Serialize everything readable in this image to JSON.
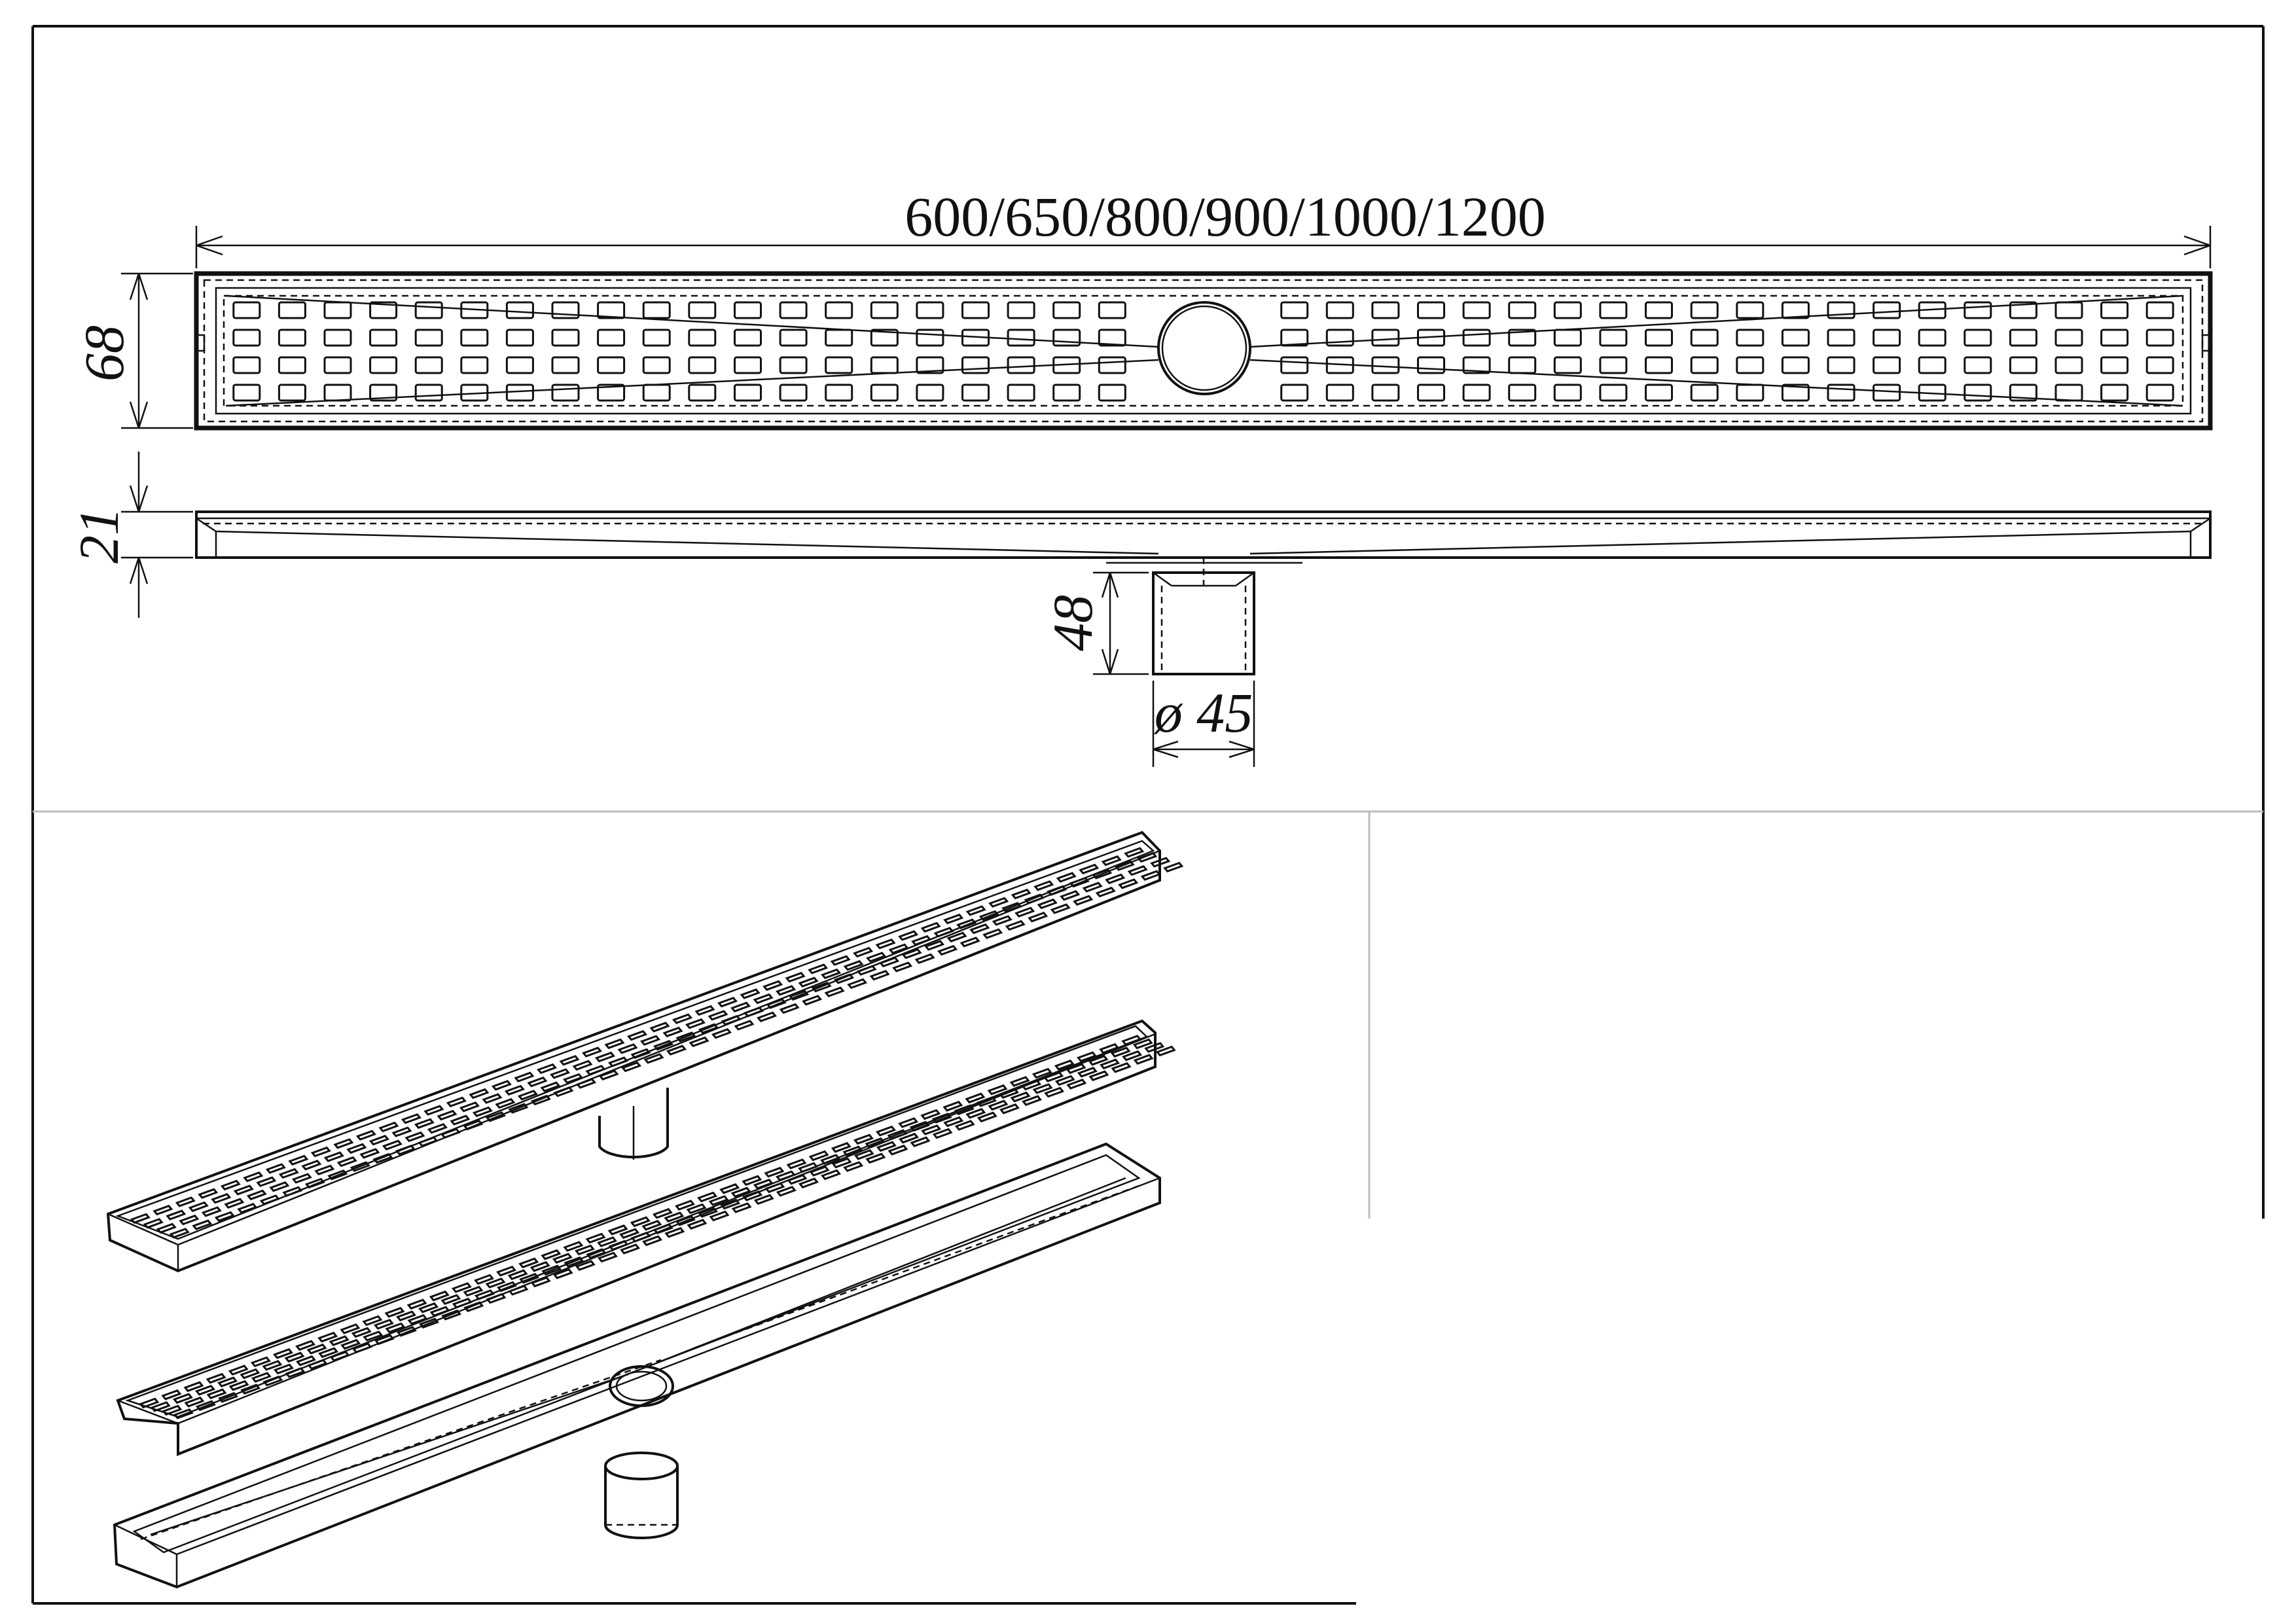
{
  "drawing": {
    "length_dimension": "600/650/800/900/1000/1200",
    "width_dimension": "68",
    "height_dimension": "21",
    "outlet_height_dimension": "48",
    "outlet_diameter_dimension": "ø 45"
  }
}
